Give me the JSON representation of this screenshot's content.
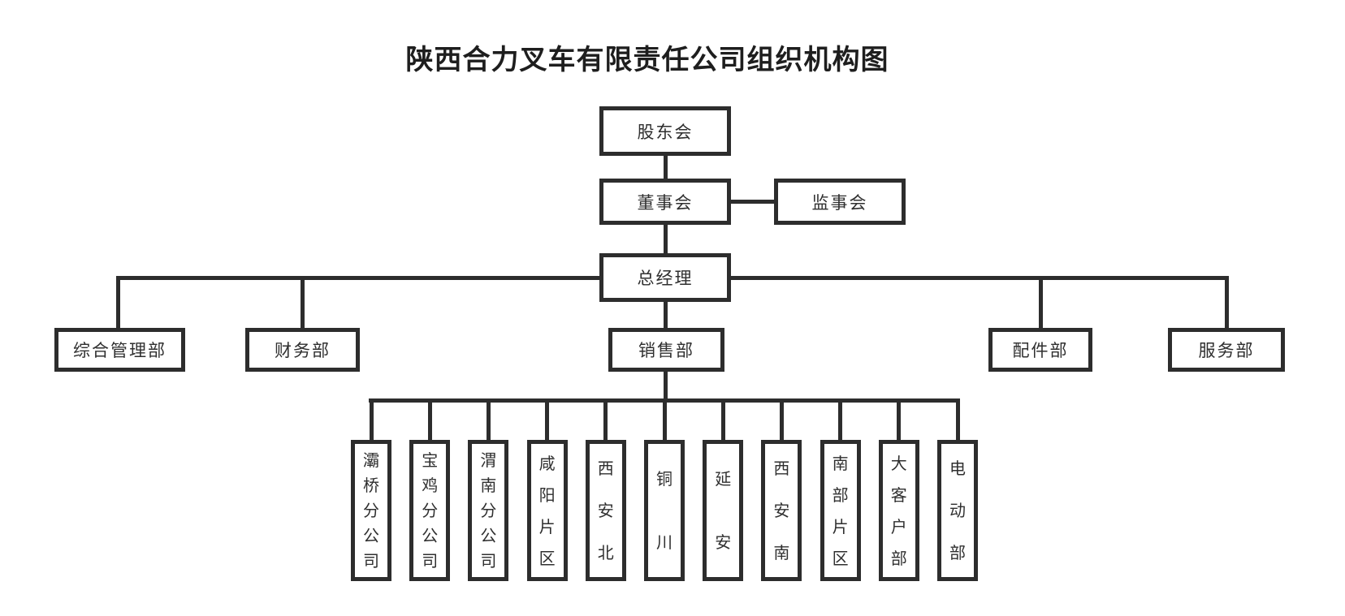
{
  "title": "陕西合力叉车有限责任公司组织机构图",
  "colors": {
    "line": "#2d2d2d",
    "text": "#2f2f2f",
    "background": "#ffffff"
  },
  "org": {
    "shareholders_label": "股东会",
    "board_label": "董事会",
    "supervisors_label": "监事会",
    "general_manager_label": "总经理",
    "departments": [
      "综合管理部",
      "财务部",
      "销售部",
      "配件部",
      "服务部"
    ],
    "sales_sub_units": [
      "灞桥分公司",
      "宝鸡分公司",
      "渭南分公司",
      "咸阳片区",
      "西安北",
      "铜川",
      "延安",
      "西安南",
      "南部片区",
      "大客户部",
      "电动部"
    ]
  }
}
